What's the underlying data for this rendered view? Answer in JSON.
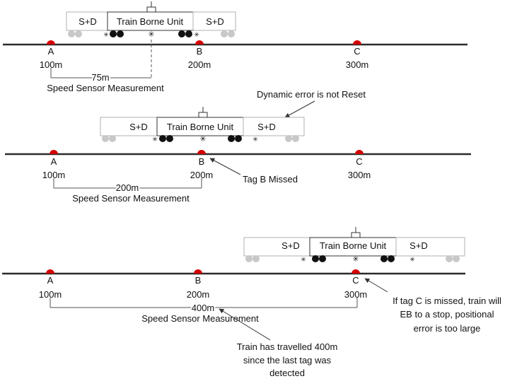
{
  "tags": [
    {
      "letter": "A",
      "distance": "100m"
    },
    {
      "letter": "B",
      "distance": "200m"
    },
    {
      "letter": "C",
      "distance": "300m"
    }
  ],
  "train": {
    "unit_label": "Train Borne Unit",
    "car_label": "S+D"
  },
  "scenarios": [
    {
      "measure_label": "75m",
      "sensor_caption": "Speed Sensor Measurement"
    },
    {
      "measure_label": "200m",
      "sensor_caption": "Speed Sensor Measurement",
      "callout_top": "Dynamic error is not Reset",
      "callout_missed": "Tag B Missed"
    },
    {
      "measure_label": "400m",
      "sensor_caption": "Speed Sensor Measurement",
      "callout_right": [
        "If tag C is missed, train will",
        "EB to a stop, positional",
        "error is too large"
      ],
      "callout_bottom": [
        "Train has travelled 400m",
        "since the last tag was",
        "detected"
      ]
    }
  ],
  "colors": {
    "tag": "#d40000",
    "rail": "#2b2b2b",
    "car_fill": "#ffffff",
    "car_stroke": "#b0b0b0",
    "wheel_dark": "#111111",
    "wheel_light": "#c8c8c8"
  }
}
